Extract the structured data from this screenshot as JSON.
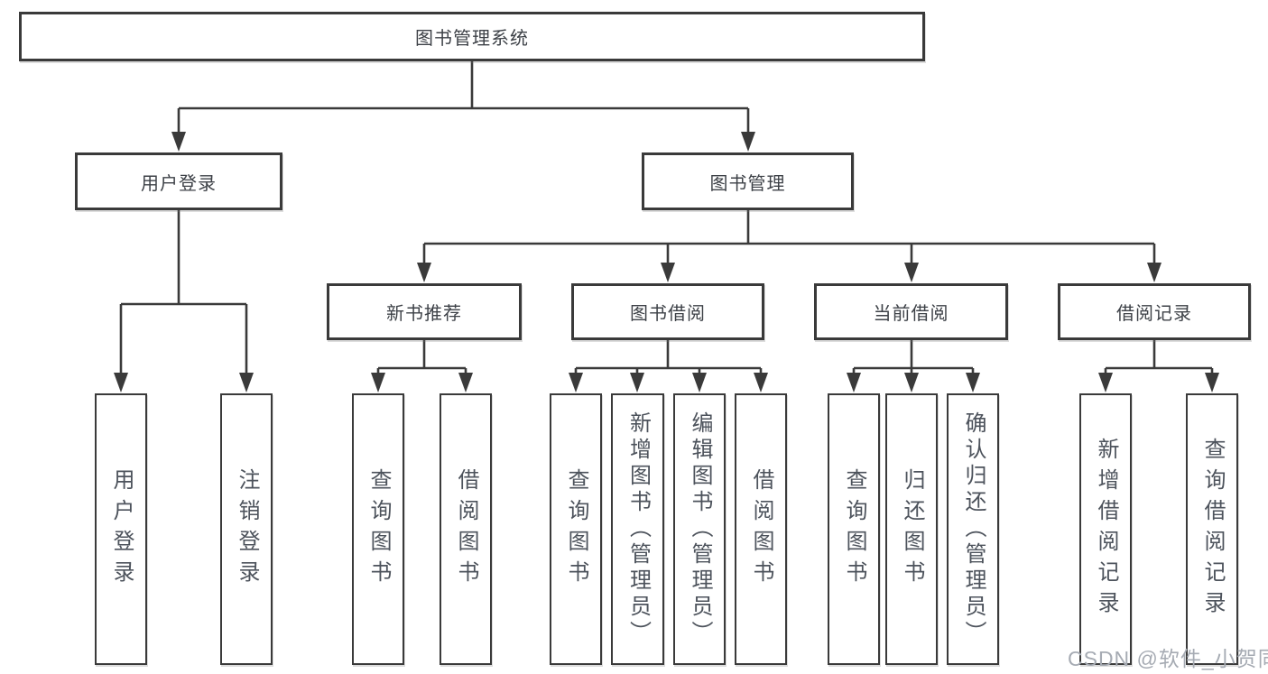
{
  "tree": {
    "root": {
      "label": "图书管理系统"
    },
    "level2": [
      {
        "label": "用户登录"
      },
      {
        "label": "图书管理"
      }
    ],
    "level3": [
      {
        "label": "新书推荐"
      },
      {
        "label": "图书借阅"
      },
      {
        "label": "当前借阅"
      },
      {
        "label": "借阅记录"
      }
    ],
    "leaves": [
      {
        "label": "用户登录"
      },
      {
        "label": "注销登录"
      },
      {
        "label": "查询图书"
      },
      {
        "label": "借阅图书"
      },
      {
        "label": "查询图书"
      },
      {
        "label": "新增图书（管理员）"
      },
      {
        "label": "编辑图书（管理员）"
      },
      {
        "label": "借阅图书"
      },
      {
        "label": "查询图书"
      },
      {
        "label": "归还图书"
      },
      {
        "label": "确认归还（管理员）"
      },
      {
        "label": "新增借阅记录"
      },
      {
        "label": "查询借阅记录"
      }
    ]
  },
  "watermark": {
    "text": "CSDN @软件_小贺同学"
  },
  "colors": {
    "line": "#3a3a3a",
    "box_border": "#3a3a3a",
    "header_text": "#3d4147",
    "leaf_text": "#4d535c",
    "watermark": "#a6abb3",
    "background": "#ffffff"
  }
}
